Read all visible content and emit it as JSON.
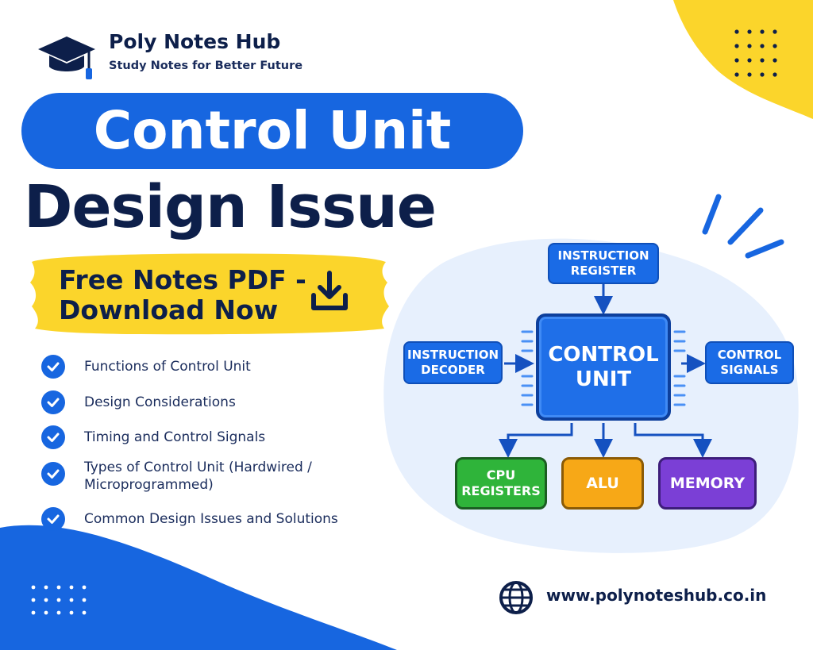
{
  "brand": {
    "name": "Poly Notes Hub",
    "tagline": "Study Notes for Better Future",
    "logo_icon": "graduation-cap-icon"
  },
  "title": {
    "line1": "Control Unit",
    "line2": "Design Issue"
  },
  "download_banner": {
    "line1": "Free Notes PDF -",
    "line2": "Download Now",
    "icon": "download-icon"
  },
  "checklist": [
    {
      "text": "Functions of Control Unit"
    },
    {
      "text": "Design Considerations"
    },
    {
      "text": "Timing and Control Signals"
    },
    {
      "text": "Types of Control Unit (Hardwired /",
      "text2": "Microprogrammed)"
    },
    {
      "text": "Common Design Issues and Solutions"
    }
  ],
  "diagram": {
    "instruction_register": {
      "line1": "INSTRUCTION",
      "line2": "REGISTER"
    },
    "instruction_decoder": {
      "line1": "INSTRUCTION",
      "line2": "DECODER"
    },
    "control_unit": {
      "line1": "CONTROL",
      "line2": "UNIT"
    },
    "control_signals": {
      "line1": "CONTROL",
      "line2": "SIGNALS"
    },
    "cpu_registers": {
      "line1": "CPU",
      "line2": "REGISTERS"
    },
    "alu": {
      "label": "ALU"
    },
    "memory": {
      "label": "MEMORY"
    }
  },
  "footer": {
    "website": "www.polynoteshub.co.in",
    "icon": "globe-icon"
  },
  "colors": {
    "primary_blue": "#1766e0",
    "navy": "#0d1f4a",
    "yellow": "#fbd52b",
    "green": "#2fb43a",
    "orange": "#f7a817",
    "purple": "#7b3fd6"
  }
}
